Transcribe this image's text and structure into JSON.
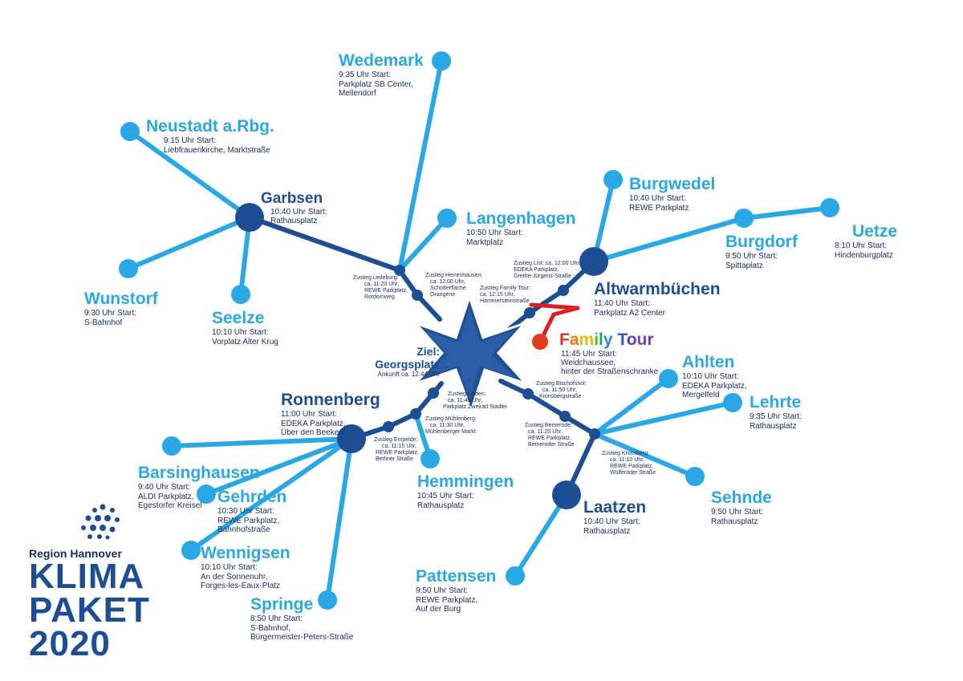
{
  "colors": {
    "light": "#2aa8e6",
    "dark": "#1d4e93",
    "star": "#1f4f94",
    "family_line": "#e02020",
    "text": "#1b2a5c"
  },
  "destination": {
    "label1": "Ziel:",
    "label2": "Georgsplatz",
    "arrival": "Ankunft ca. 12:44 Uhr"
  },
  "places": {
    "wedemark": {
      "name": "Wedemark",
      "time": "9:35 Uhr Start:",
      "addr1": "Parkplatz SB Center,",
      "addr2": "Mellendorf"
    },
    "neustadt": {
      "name": "Neustadt a.Rbg.",
      "time": "9:15 Uhr Start:",
      "addr1": "Liebfrauenkirche, Marktstraße"
    },
    "garbsen": {
      "name": "Garbsen",
      "time": "10:40 Uhr Start:",
      "addr1": "Rathausplatz"
    },
    "wunstorf": {
      "name": "Wunstorf",
      "time": "9:30 Uhr Start:",
      "addr1": "S-Bahnhof"
    },
    "seelze": {
      "name": "Seelze",
      "time": "10:10 Uhr Start:",
      "addr1": "Vorplatz Alter Krug"
    },
    "langenhagen": {
      "name": "Langenhagen",
      "time": "10:50 Uhr Start:",
      "addr1": "Marktplatz"
    },
    "burgwedel": {
      "name": "Burgwedel",
      "time": "10:40 Uhr Start:",
      "addr1": "REWE Parkplatz"
    },
    "burgdorf": {
      "name": "Burgdorf",
      "time": "9:50 Uhr Start:",
      "addr1": "Spittaplatz"
    },
    "uetze": {
      "name": "Uetze",
      "time": "8:10 Uhr Start:",
      "addr1": "Hindenburgplatz"
    },
    "altwarmbuechen": {
      "name": "Altwarmbüchen",
      "time": "11:40 Uhr Start:",
      "addr1": "Parkplatz A2 Center"
    },
    "family": {
      "title_parts": [
        "F",
        "a",
        "m",
        "i",
        "l",
        "y",
        " ",
        "T",
        "o",
        "u",
        "r"
      ],
      "title_colors": [
        "#e5322d",
        "#f07a1a",
        "#e8b70f",
        "#5cb531",
        "#21a37a",
        "#1c8fd1",
        "#ffffff",
        "#2c5fb4",
        "#5a3ea8",
        "#8a3aa8",
        "#6a3a9a"
      ],
      "time": "11:45 Uhr Start:",
      "addr1": "Weidchaussee,",
      "addr2": "hinter der Straßenschranke"
    },
    "ahlten": {
      "name": "Ahlten",
      "time": "10:10 Uhr Start:",
      "addr1": "EDEKA Parkplatz,",
      "addr2": "Mergelfeld"
    },
    "lehrte": {
      "name": "Lehrte",
      "time": "9:35 Uhr Start:",
      "addr1": "Rathausplatz"
    },
    "sehnde": {
      "name": "Sehnde",
      "time": "9:50 Uhr Start:",
      "addr1": "Rathausplatz"
    },
    "laatzen": {
      "name": "Laatzen",
      "time": "10:40 Uhr Start:",
      "addr1": "Rathausplatz"
    },
    "pattensen": {
      "name": "Pattensen",
      "time": "9:50 Uhr Start:",
      "addr1": "REWE Parkplatz,",
      "addr2": "Auf der Burg"
    },
    "hemmingen": {
      "name": "Hemmingen",
      "time": "10:45 Uhr Start:",
      "addr1": "Rathausplatz"
    },
    "ronnenberg": {
      "name": "Ronnenberg",
      "time": "11:00 Uhr Start:",
      "addr1": "EDEKA Parkplatz,",
      "addr2": "Über den Beeken"
    },
    "barsinghausen": {
      "name": "Barsinghausen",
      "time": "9:40 Uhr Start:",
      "addr1": "ALDI Parkplatz,",
      "addr2": "Egestorfer Kreisel"
    },
    "gehrden": {
      "name": "Gehrden",
      "time": "10:30 Uhr Start:",
      "addr1": "REWE Parkplatz,",
      "addr2": "Bahnhofstraße"
    },
    "wennigsen": {
      "name": "Wennigsen",
      "time": "10:10 Uhr Start:",
      "addr1": "An der Sonnenuhr,",
      "addr2": "Forges-les-Eaux-Platz"
    },
    "springe": {
      "name": "Springe",
      "time": "8:50 Uhr Start:",
      "addr1": "S-Bahnhof,",
      "addr2": "Bürgermeister-Peters-Straße"
    }
  },
  "stops": {
    "ledeburg": [
      "Zustieg Ledeburg:",
      "ca. 11:20 Uhr,",
      "REWE Parkplatz,",
      "Rotdornweg"
    ],
    "herrenhausen": [
      "Zustieg Herrenhausen:",
      "ca. 12:00 Uhr,",
      "Schotterfläche",
      "Orangerie"
    ],
    "list": [
      "Zustieg List: ca. 12:00 Uhr,",
      "EDEKA Parkplatz,",
      "Grethe-Jürgens-Straße"
    ],
    "family_tour": [
      "Zustieg Family Tour:",
      "ca. 12:15 Uhr,",
      "Hammersteinstraße"
    ],
    "linden": [
      "Zustieg Linden:",
      "ca. 11:40 Uhr,",
      "Parkplatz Zweirad Stadler"
    ],
    "muehlenberg": [
      "Zustieg Mühlenberg:",
      "ca. 11:30 Uhr,",
      "Mühlenberger Markt"
    ],
    "empelde": [
      "Zustieg Empelde:",
      "ca. 11:15 Uhr,",
      "REWE Parkplatz,",
      "Berliner Straße"
    ],
    "bult": [
      "Zustieg Bischofshol:",
      "ca. 11:50 Uhr,",
      "Kronsbergstraße"
    ],
    "bemerode": [
      "Zustieg Bemerode:",
      "ca. 11:20 Uhr,",
      "REWE Parkplatz,",
      "Bemeroder Straße"
    ],
    "kronsberg": [
      "Zustieg Kronsberg:",
      "ca. 11:10 Uhr,",
      "REWE Parkplatz,",
      "Wülferoder Straße"
    ]
  },
  "logo": {
    "org": "Region Hannover",
    "line1": "KLIMA",
    "line2": "PAKET",
    "line3": "2020"
  }
}
